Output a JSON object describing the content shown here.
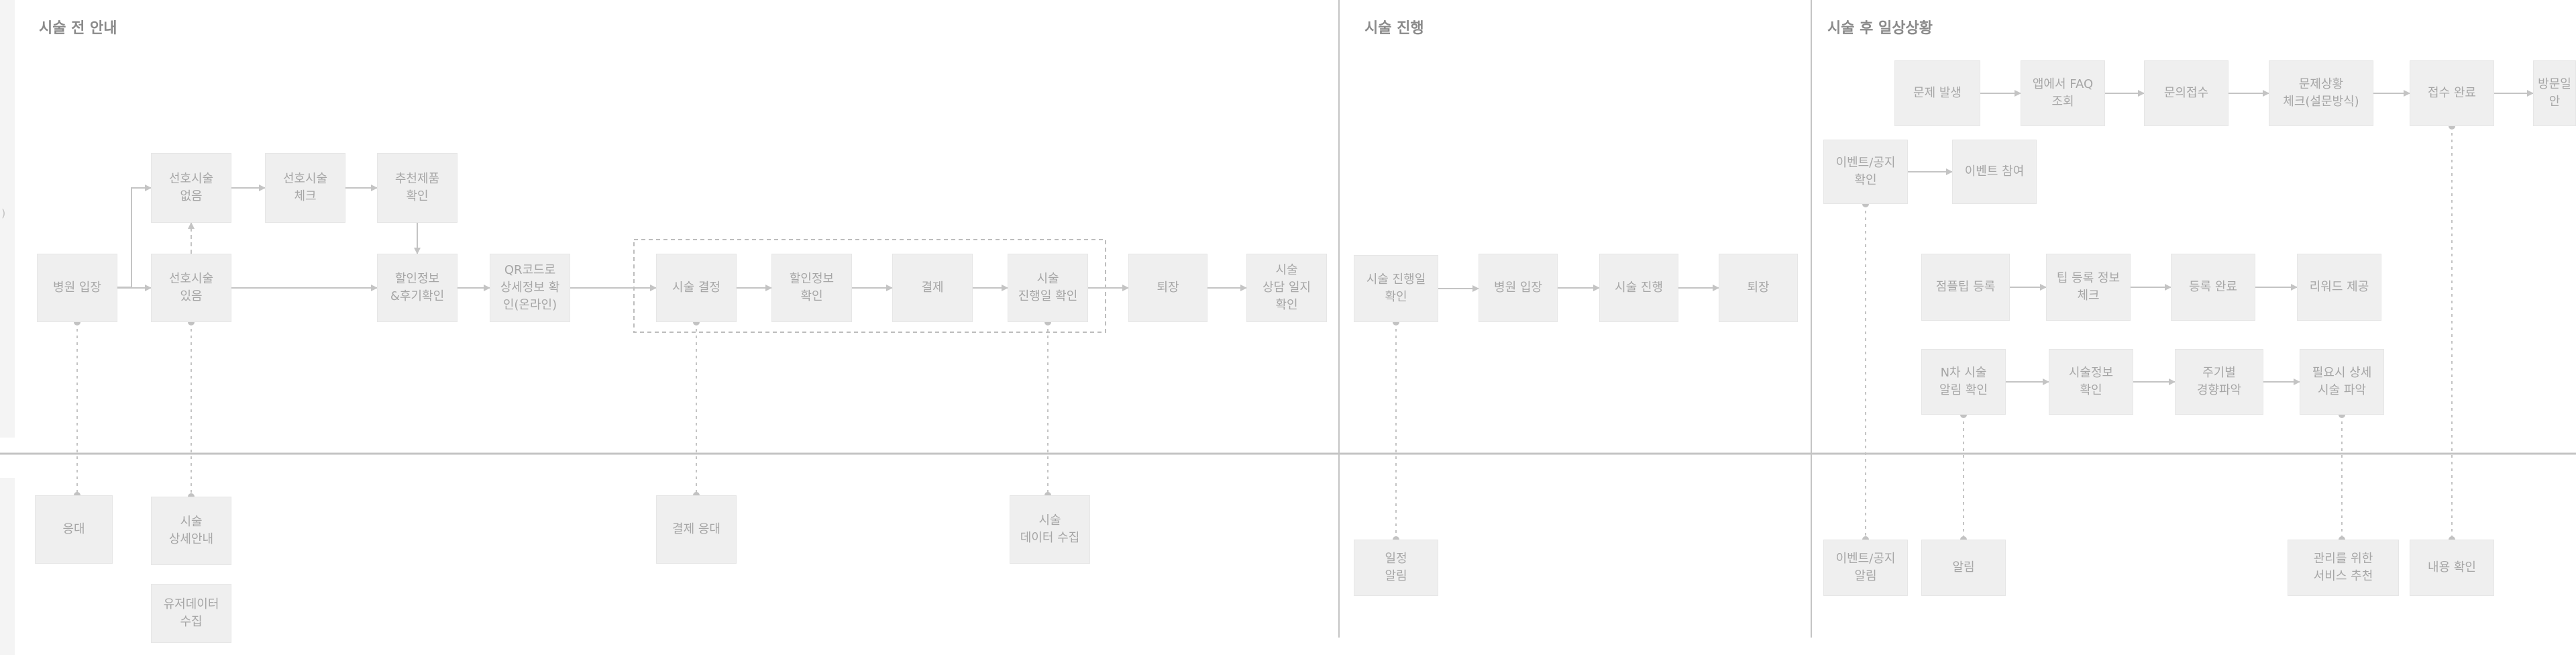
{
  "colors": {
    "box_fill": "#efefef",
    "box_text": "#a6a6a6",
    "line": "#c4c4c4",
    "title": "#8a8a8a"
  },
  "edge_mark": ")",
  "sections": [
    {
      "id": "pre",
      "title": "시술 전 안내"
    },
    {
      "id": "during",
      "title": "시술 진행"
    },
    {
      "id": "post",
      "title": "시술 후 일상상황"
    }
  ],
  "nodes": [
    {
      "id": "n1",
      "label": "병원 입장"
    },
    {
      "id": "n2",
      "label": "선호시술\n없음"
    },
    {
      "id": "n3",
      "label": "선호시술\n있음"
    },
    {
      "id": "n4",
      "label": "선호시술\n체크"
    },
    {
      "id": "n5",
      "label": "추천제품\n확인"
    },
    {
      "id": "n6",
      "label": "할인정보\n&후기확인"
    },
    {
      "id": "n7",
      "label": "QR코드로\n상세정보 확\n인(온라인)"
    },
    {
      "id": "n8",
      "label": "시술 결정"
    },
    {
      "id": "n9",
      "label": "할인정보\n확인"
    },
    {
      "id": "n10",
      "label": "결제"
    },
    {
      "id": "n11",
      "label": "시술\n진행일 확인"
    },
    {
      "id": "n12",
      "label": "퇴장"
    },
    {
      "id": "n13",
      "label": "시술\n상담 일지\n확인"
    },
    {
      "id": "n14",
      "label": "응대"
    },
    {
      "id": "n15",
      "label": "시술\n상세안내"
    },
    {
      "id": "n16",
      "label": "유저데이터\n수집"
    },
    {
      "id": "n17",
      "label": "결제 응대"
    },
    {
      "id": "n18",
      "label": "시술\n데이터 수집"
    },
    {
      "id": "d1",
      "label": "시술 진행일\n확인"
    },
    {
      "id": "d2",
      "label": "병원 입장"
    },
    {
      "id": "d3",
      "label": "시술 진행"
    },
    {
      "id": "d4",
      "label": "퇴장"
    },
    {
      "id": "d5",
      "label": "일정\n알림"
    },
    {
      "id": "p1",
      "label": "문제 발생"
    },
    {
      "id": "p2",
      "label": "앱에서 FAQ\n조회"
    },
    {
      "id": "p3",
      "label": "문의접수"
    },
    {
      "id": "p4",
      "label": "문제상황\n체크(설문방식)"
    },
    {
      "id": "p5",
      "label": "접수 완료"
    },
    {
      "id": "p6",
      "label": "방문일\n안"
    },
    {
      "id": "p7",
      "label": "이벤트/공지\n확인"
    },
    {
      "id": "p8",
      "label": "이벤트 참여"
    },
    {
      "id": "p9",
      "label": "점플팁 등록"
    },
    {
      "id": "p10",
      "label": "팁 등록 정보\n체크"
    },
    {
      "id": "p11",
      "label": "등록 완료"
    },
    {
      "id": "p12",
      "label": "리워드 제공"
    },
    {
      "id": "p13",
      "label": "N차 시술\n알림 확인"
    },
    {
      "id": "p14",
      "label": "시술정보\n확인"
    },
    {
      "id": "p15",
      "label": "주기별\n경향파악"
    },
    {
      "id": "p16",
      "label": "필요시 상세\n시술 파악"
    },
    {
      "id": "p17",
      "label": "이벤트/공지\n알림"
    },
    {
      "id": "p18",
      "label": "알림"
    },
    {
      "id": "p19",
      "label": "관리를 위한\n서비스 추천"
    },
    {
      "id": "p20",
      "label": "내용 확인"
    }
  ],
  "edges": [
    {
      "from": "n1",
      "to": "n2",
      "style": "solid"
    },
    {
      "from": "n1",
      "to": "n3",
      "style": "solid"
    },
    {
      "from": "n2",
      "to": "n4",
      "style": "solid"
    },
    {
      "from": "n4",
      "to": "n5",
      "style": "solid"
    },
    {
      "from": "n5",
      "to": "n6",
      "style": "solid"
    },
    {
      "from": "n3",
      "to": "n2",
      "style": "dashed"
    },
    {
      "from": "n3",
      "to": "n6",
      "style": "solid"
    },
    {
      "from": "n6",
      "to": "n7",
      "style": "solid"
    },
    {
      "from": "n7",
      "to": "n8",
      "style": "solid"
    },
    {
      "from": "n8",
      "to": "n9",
      "style": "solid"
    },
    {
      "from": "n9",
      "to": "n10",
      "style": "solid"
    },
    {
      "from": "n10",
      "to": "n11",
      "style": "solid"
    },
    {
      "from": "n11",
      "to": "n12",
      "style": "solid"
    },
    {
      "from": "n12",
      "to": "n13",
      "style": "solid"
    },
    {
      "from": "n1",
      "to": "n14",
      "style": "dotted"
    },
    {
      "from": "n3",
      "to": "n15",
      "style": "dotted"
    },
    {
      "from": "n8",
      "to": "n17",
      "style": "dotted"
    },
    {
      "from": "n11",
      "to": "n18",
      "style": "dotted"
    },
    {
      "from": "d1",
      "to": "d2",
      "style": "solid"
    },
    {
      "from": "d2",
      "to": "d3",
      "style": "solid"
    },
    {
      "from": "d3",
      "to": "d4",
      "style": "solid"
    },
    {
      "from": "d1",
      "to": "d5",
      "style": "dotted"
    },
    {
      "from": "p1",
      "to": "p2",
      "style": "solid"
    },
    {
      "from": "p2",
      "to": "p3",
      "style": "solid"
    },
    {
      "from": "p3",
      "to": "p4",
      "style": "solid"
    },
    {
      "from": "p4",
      "to": "p5",
      "style": "solid"
    },
    {
      "from": "p5",
      "to": "p6",
      "style": "solid"
    },
    {
      "from": "p7",
      "to": "p8",
      "style": "solid"
    },
    {
      "from": "p9",
      "to": "p10",
      "style": "solid"
    },
    {
      "from": "p10",
      "to": "p11",
      "style": "solid"
    },
    {
      "from": "p11",
      "to": "p12",
      "style": "solid"
    },
    {
      "from": "p13",
      "to": "p14",
      "style": "solid"
    },
    {
      "from": "p14",
      "to": "p15",
      "style": "solid"
    },
    {
      "from": "p15",
      "to": "p16",
      "style": "solid"
    },
    {
      "from": "p7",
      "to": "p17",
      "style": "dotted"
    },
    {
      "from": "p13",
      "to": "p18",
      "style": "dotted"
    },
    {
      "from": "p16",
      "to": "p19",
      "style": "dotted"
    },
    {
      "from": "p5",
      "to": "p20",
      "style": "dotted"
    }
  ]
}
